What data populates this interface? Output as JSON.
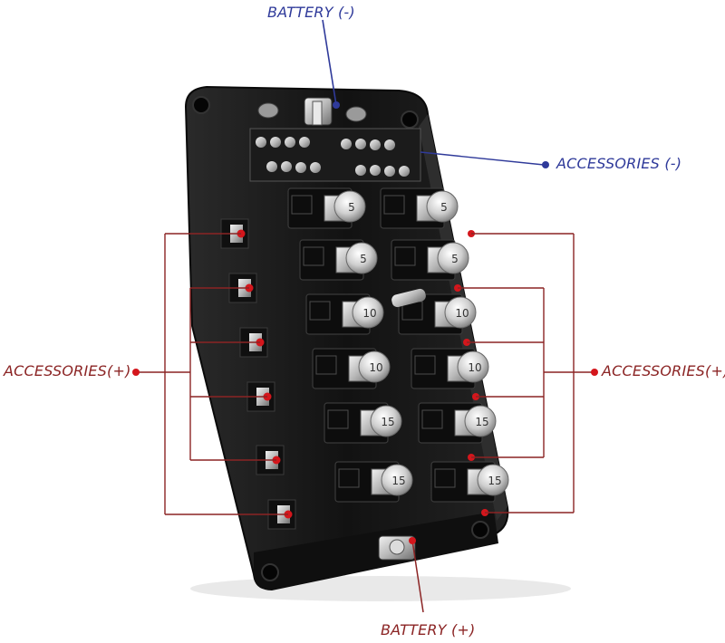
{
  "labels": {
    "battery_neg": "BATTERY  (-)",
    "accessories_neg": "ACCESSORIES  (-)",
    "accessories_pos_left": "ACCESSORIES(+)",
    "accessories_pos_right": "ACCESSORIES(+)",
    "battery_pos": "BATTERY  (+)"
  },
  "fuses": {
    "left": [
      "5",
      "5",
      "10",
      "10",
      "15",
      "15"
    ],
    "right": [
      "5",
      "5",
      "10",
      "10",
      "15",
      "15"
    ]
  },
  "colors": {
    "negative": "#2f3a9a",
    "positive": "#8b2424",
    "dot_red": "#d4161c",
    "board": "#151515"
  }
}
